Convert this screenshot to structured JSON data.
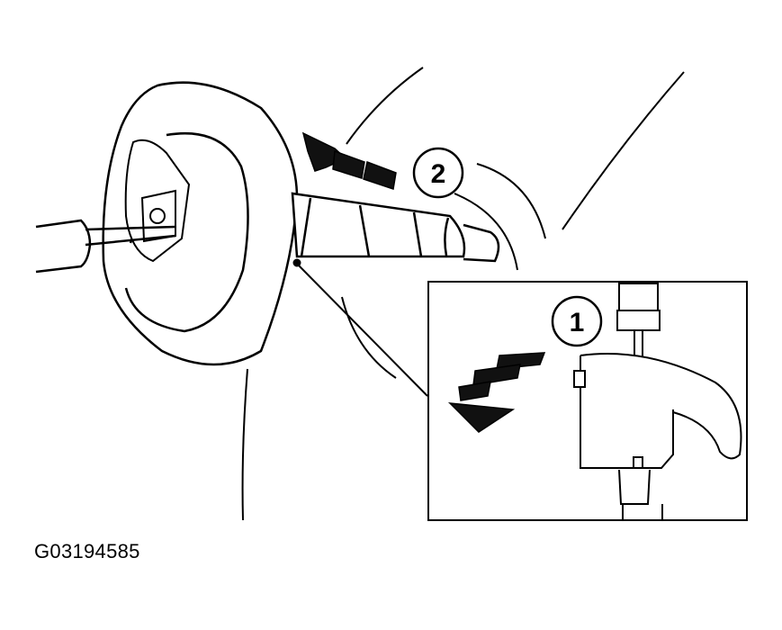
{
  "figure": {
    "id_label": "G03194585",
    "callouts": [
      {
        "number": "1"
      },
      {
        "number": "2"
      }
    ],
    "line_color": "#000000",
    "shade_color": "#1a1a1a",
    "background": "#ffffff"
  }
}
